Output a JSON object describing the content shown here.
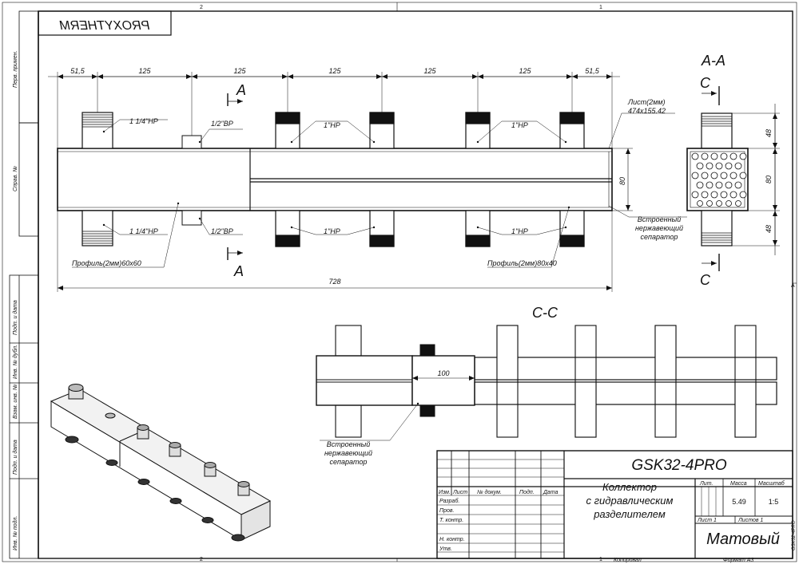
{
  "stamp": "PROXYTHERM",
  "frame": {
    "zone_top_left": "2",
    "zone_top_right": "1",
    "zone_bottom_left": "2",
    "zone_bottom_right": "1",
    "zone_side": "A",
    "side_labels": [
      "Перв. примен.",
      "Справ. №",
      "Подп. и дата",
      "Инв. № дубл.",
      "Взам. инв. №",
      "Подп. и дата",
      "Инв. № подл."
    ]
  },
  "main_view": {
    "dims_top": [
      "51,5",
      "125",
      "125",
      "125",
      "125",
      "125",
      "51,5"
    ],
    "overall_length": "728",
    "height": "80",
    "callouts": {
      "top_left_thread": "1 1/4\"НР",
      "top_mid_thread": "1/2\"ВР",
      "top_group1": "1\"НР",
      "top_group2": "1\"НР",
      "bottom_left_thread": "1 1/4\"НР",
      "bottom_mid_thread": "1/2\"ВР",
      "bottom_group1": "1\"НР",
      "bottom_group2": "1\"НР",
      "sheet_line1": "Лист(2мм)",
      "sheet_line2": "474x155.42",
      "profile_left": "Профиль(2мм)60x60",
      "profile_right": "Профиль(2мм)80x40",
      "separator_line1": "Встроенный",
      "separator_line2": "нержавеющий",
      "separator_line3": "сепаратор"
    },
    "section_A_top": "A",
    "section_A_bottom": "A"
  },
  "section_aa": {
    "title": "A-A",
    "c_top": "C",
    "c_bottom": "C",
    "dim_top": "48",
    "dim_mid": "80",
    "dim_bottom": "48"
  },
  "section_cc": {
    "title": "C-C",
    "dim": "100",
    "separator_line1": "Встроенный",
    "separator_line2": "нержавеющий",
    "separator_line3": "сепаратор"
  },
  "title_block": {
    "designation": "GSK32-4PRO",
    "name_line1": "Коллектор",
    "name_line2": "с гидравлическим",
    "name_line3": "разделителем",
    "material": "Матовый",
    "col_headers": [
      "Изм.",
      "Лист",
      "№ докум.",
      "Подп.",
      "Дата"
    ],
    "row_labels": [
      "Разраб.",
      "Пров.",
      "Т. контр.",
      "",
      "Н. контр.",
      "Утв."
    ],
    "lit_label": "Лит.",
    "mass_label": "Масса",
    "scale_label": "Масштаб",
    "mass": "5.49",
    "scale": "1:5",
    "sheet_label": "Лист 1",
    "sheets_label": "Листов 1",
    "copied": "Копировал",
    "format": "Формат А3",
    "side_code": "GSK32-4PRO"
  }
}
